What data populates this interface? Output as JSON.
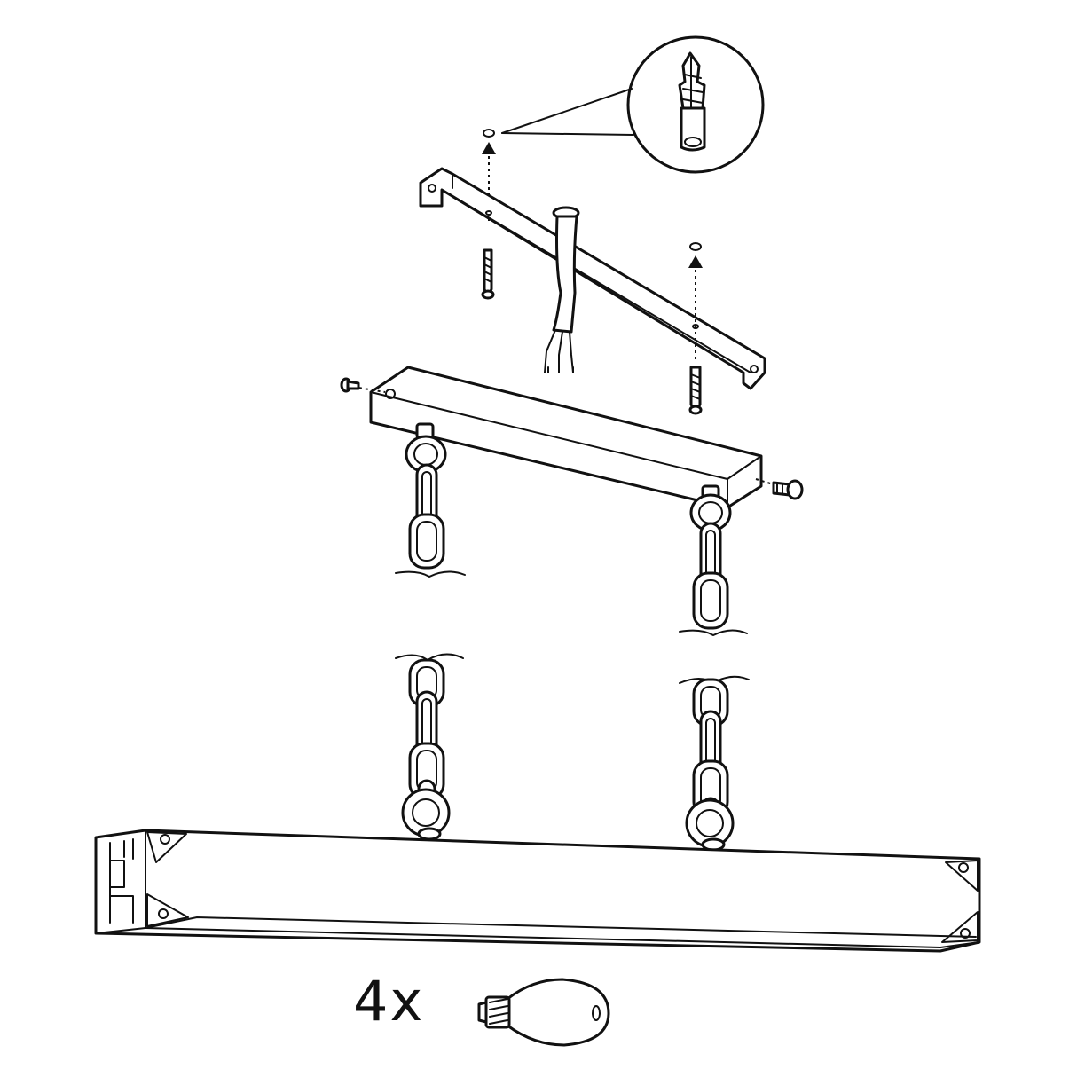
{
  "diagram": {
    "components": [
      {
        "name": "wall-plug-detail",
        "icon": "wall-plug-icon"
      },
      {
        "name": "mounting-bracket",
        "icon": "bracket-icon"
      },
      {
        "name": "canopy",
        "icon": "canopy-icon"
      },
      {
        "name": "power-cable",
        "icon": "cable-icon"
      },
      {
        "name": "chain",
        "count": 2,
        "icon": "chain-icon"
      },
      {
        "name": "lamp-body",
        "icon": "beam-icon"
      },
      {
        "name": "light-bulb",
        "icon": "bulb-icon"
      }
    ],
    "bulb_quantity": "4x"
  },
  "colors": {
    "line": "#111111",
    "background": "#ffffff"
  }
}
